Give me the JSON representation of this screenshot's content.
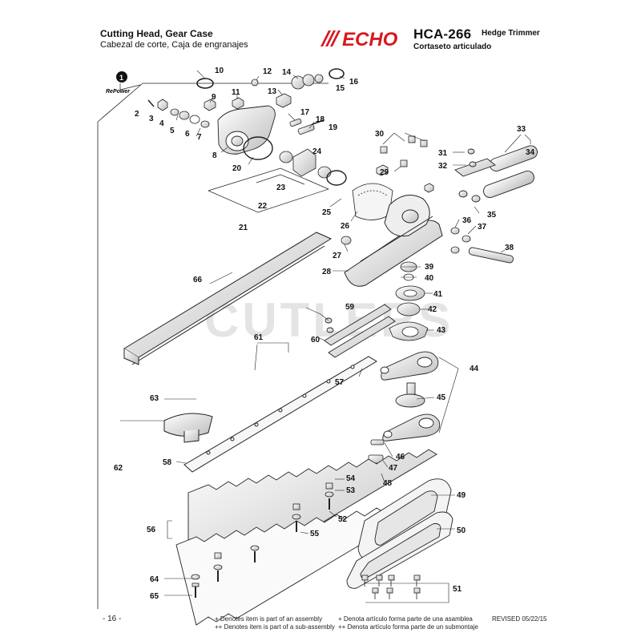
{
  "header": {
    "title_en": "Cutting Head, Gear Case",
    "title_es": "Cabezal de corte, Caja de engranajes",
    "brand": "ECHO",
    "model": "HCA-266",
    "model_name_en": "Hedge Trimmer",
    "model_name_es": "Cortaseto articulado"
  },
  "badge": {
    "number": "1",
    "label": "RePower"
  },
  "watermark": "CUTLERS",
  "callouts": [
    "2",
    "3",
    "4",
    "5",
    "6",
    "7",
    "8",
    "9",
    "10",
    "11",
    "12",
    "13",
    "14",
    "15",
    "16",
    "17",
    "18",
    "19",
    "20",
    "21",
    "22",
    "23",
    "24",
    "25",
    "26",
    "27",
    "28",
    "29",
    "30",
    "31",
    "32",
    "33",
    "34",
    "35",
    "36",
    "37",
    "38",
    "39",
    "40",
    "41",
    "42",
    "43",
    "44",
    "45",
    "46",
    "47",
    "48",
    "49",
    "50",
    "51",
    "52",
    "53",
    "54",
    "55",
    "56",
    "57",
    "58",
    "59",
    "60",
    "61",
    "62",
    "63",
    "64",
    "65",
    "66"
  ],
  "footer": {
    "page": "- 16 -",
    "note_assembly_en": "+ Denotes item is part of an assembly",
    "note_subassembly_en": "++ Denotes item is part of a sub-assembly",
    "note_assembly_es": "+ Denota artículo forma parte de una asamblea",
    "note_subassembly_es": "++ Denota artículo forma parte de un submontaje",
    "revised": "REVISED 05/22/15"
  },
  "colors": {
    "brand_red": "#d71920",
    "line": "#222222",
    "part_fill": "#f2f2f2",
    "part_shade": "#bdbdbd"
  }
}
